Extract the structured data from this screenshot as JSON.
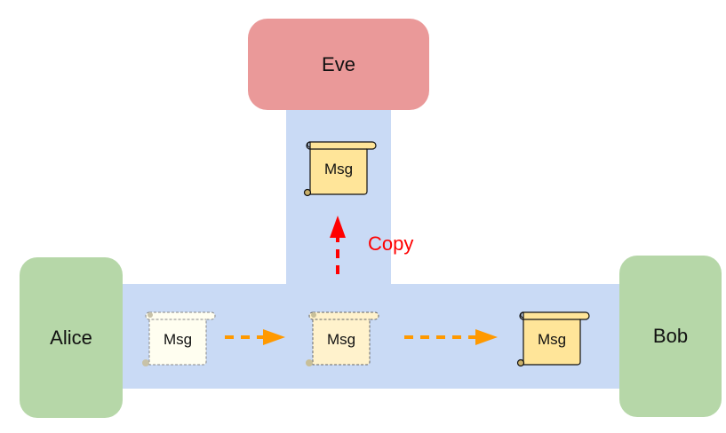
{
  "diagram": {
    "nodes": {
      "eve": {
        "label": "Eve",
        "color": "#ea9999"
      },
      "alice": {
        "label": "Alice",
        "color": "#b6d7a8"
      },
      "bob": {
        "label": "Bob",
        "color": "#b6d7a8"
      }
    },
    "channel_color": "#c9daf5",
    "messages": [
      {
        "label": "Msg",
        "state": "faded-dashed",
        "fill": "#fffef0"
      },
      {
        "label": "Msg",
        "state": "semi-faded-dashed",
        "fill": "#fff2cc"
      },
      {
        "label": "Msg",
        "state": "solid",
        "fill": "#ffe599"
      },
      {
        "label": "Msg",
        "state": "solid-intercepted",
        "fill": "#ffe599"
      }
    ],
    "copy_label": "Copy",
    "copy_color": "#ff0000",
    "transfer_arrow_color": "#ff9900"
  }
}
